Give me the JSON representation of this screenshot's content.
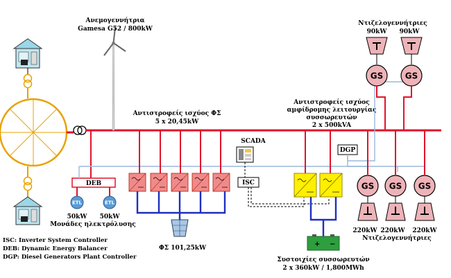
{
  "labels": {
    "wind_turbine_name": "Ανεμογεννήτρια",
    "wind_turbine_model": "Gamesa G52 / 800kW",
    "diesel_top_title": "Ντιζελογεννήτριες",
    "diesel_top_power_1": "90kW",
    "diesel_top_power_2": "90kW",
    "pv_inverters_title": "Αντιστροφείς ισχύος ΦΣ",
    "pv_inverters_spec": "5 x 20,45kW",
    "battery_inverters_line1": "Αντιστροφείς ισχύος",
    "battery_inverters_line2": "αμφίδρομης λειτουργίας",
    "battery_inverters_line3": "συσσωρευτών",
    "battery_inverters_spec": "2 x 500kVA",
    "scada": "SCADA",
    "dgp": "DGP",
    "deb": "DEB",
    "isc": "ISC",
    "etl_1": "ETL",
    "etl_2": "ETL",
    "electrolysis_power_1": "50kW",
    "electrolysis_power_2": "50kW",
    "electrolysis_title": "Μονάδες ηλεκτρόλυσης",
    "pv_array": "ΦΣ 101,25kW",
    "battery_title": "Συστοιχίες συσσωρευτών",
    "battery_spec": "2 x 360kW / 1,800MWh",
    "gs_1": "GS",
    "gs_2": "GS",
    "gs_3": "GS",
    "gs_4": "GS",
    "gs_5": "GS",
    "diesel_bottom_power_1": "220kW",
    "diesel_bottom_power_2": "220kW",
    "diesel_bottom_power_3": "220kW",
    "diesel_bottom_title": "Ντιζελογεννήτριες"
  },
  "legend": [
    "ISC: Inverter System Controller",
    "DEB: Dynamic Energy Balancer",
    "DGP: Diesel Generators Plant Controller"
  ],
  "colors": {
    "ac_bus": "#e0142a",
    "control_line": "#9bb8db",
    "dc_line": "#1f2fbf",
    "pv_inverter": "#f08a8a",
    "battery_inverter": "#ffef00",
    "generator": "#eeb3b8",
    "etl": "#5b9bd5",
    "battery": "#2e9e3e"
  },
  "icons": [
    "house-icon",
    "transformer-icon",
    "wind-turbine-icon",
    "solar-panel-icon",
    "battery-icon",
    "engine-icon"
  ]
}
